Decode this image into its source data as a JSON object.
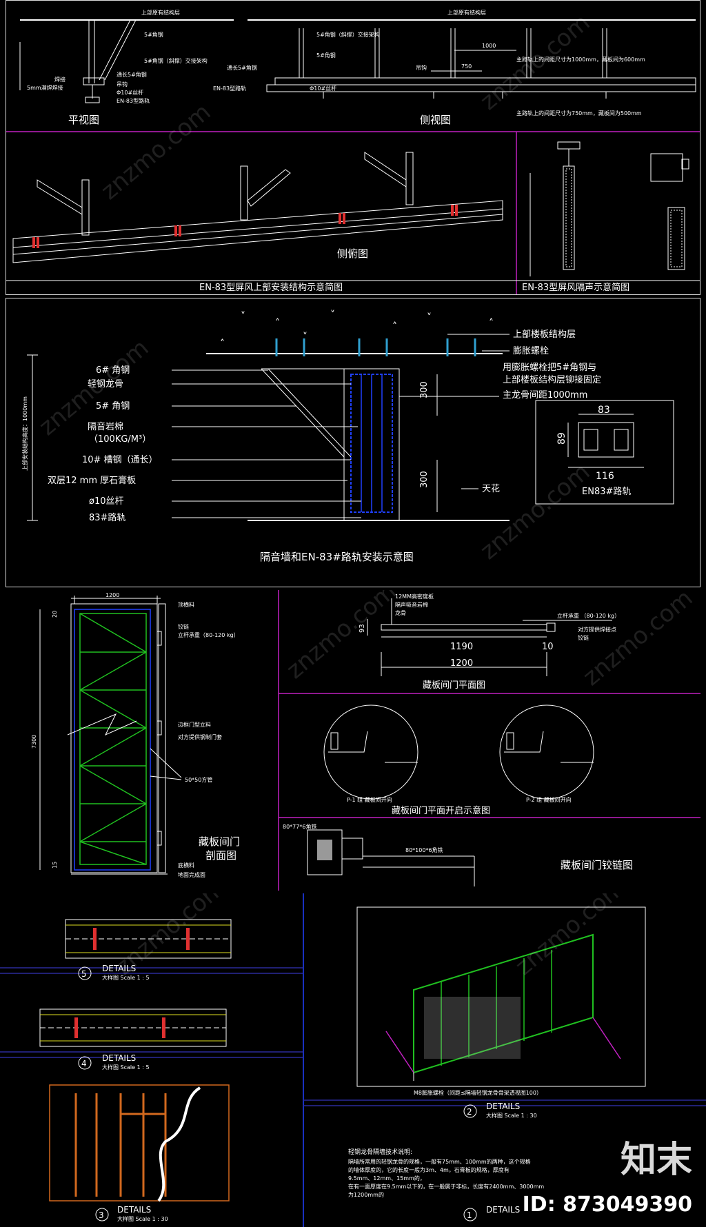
{
  "top": {
    "plan_title": "平视图",
    "side_title": "侧视图",
    "oblique_title": "侧俯图",
    "caption_left": "EN-83型屏风上部安装结构示意简图",
    "caption_right": "EN-83型屏风隔声示意简图",
    "plan_labels": [
      "上部原有结构层",
      "5#角钢",
      "5#角钢（斜撑）交接架构",
      "通长5#角钢",
      "焊接",
      "5mm满焊焊接",
      "吊钩",
      "Φ10#丝杆",
      "EN-83型路轨"
    ],
    "side_labels": [
      "上部原有结构层",
      "5#角钢（斜撑）交接架构",
      "5#角钢",
      "1000",
      "750",
      "主路轨上的间距尺寸为1000mm，藏板间为600mm",
      "主路轨上的间距尺寸为750mm，藏板间为500mm",
      "通长5#角钢",
      "EN-83型路轨",
      "Φ10#丝杆",
      "吊钩"
    ]
  },
  "section2": {
    "caption": "隔音墙和EN-83#路轨安装示意图",
    "vertical_label": "上部安装结构高度：1000mm",
    "left_labels": [
      "6# 角钢",
      "轻钢龙骨",
      "5#  角钢",
      "隔音岩棉",
      "（100KG/M³）",
      "10#  槽钢（通长）",
      "双层12 mm  厚石膏板",
      "ø10丝杆",
      "83#路轨"
    ],
    "right_labels": [
      "上部楼板结构层",
      "膨胀螺栓",
      "用膨胀螺栓把5#角钢与",
      "上部楼板结构层铆接固定",
      "主龙骨间距1000mm",
      "天花"
    ],
    "dims": [
      "300",
      "300"
    ],
    "rail_dims": {
      "top": "83",
      "left": "89",
      "bottom": "116",
      "label": "EN83#路轨"
    }
  },
  "section3": {
    "door_section_title": "藏板间门\n剖面图",
    "door_title_1": "藏板间门",
    "door_title_2": "剖面图",
    "door_width": "1200",
    "door_height": "7300",
    "door_labels": [
      "顶横料",
      "铰链",
      "立杆承重（80-120 kg）",
      "边框门型立料",
      "对方提供钢制门套",
      "50*50方管",
      "底横料",
      "地面完成面"
    ],
    "door_small_dims": [
      "20",
      "15"
    ],
    "plan_title": "藏板间门平面图",
    "plan_labels": [
      "12MM高密度板",
      "隔声吸音岩棉",
      "龙骨",
      "立杆承重  （80-120 kg）",
      "对方提供焊接点",
      "铰链"
    ],
    "plan_dims": [
      "93",
      "1190",
      "10",
      "1200"
    ],
    "opening_title": "藏板间门平面开启示意图",
    "p1": "P-1 组  藏板间开向",
    "p2": "P-2 组  藏板间开向",
    "hinge_title": "藏板间门铰链图",
    "hinge_labels": [
      "80*77*6角铁",
      "80*100*6角铁"
    ]
  },
  "section4": {
    "details": [
      {
        "num": "5",
        "title": "DETAILS",
        "scale": "大样图    Scale 1 : 5"
      },
      {
        "num": "4",
        "title": "DETAILS",
        "scale": "大样图    Scale 1 : 5"
      },
      {
        "num": "3",
        "title": "DETAILS",
        "scale": "大样图    Scale 1 : 30"
      },
      {
        "num": "2",
        "title": "DETAILS",
        "scale": "大样图    Scale 1 : 30"
      },
      {
        "num": "1",
        "title": "DETAILS",
        "scale": ""
      }
    ],
    "perspective_caption": "M8膨胀螺栓（间距≤隔墙轻钢龙骨骨架透视图100）",
    "notes_title": "轻钢龙骨隔墙技术说明:",
    "notes": [
      "隔墙所常用的轻钢龙骨的规格，一般有75mm、100mm的两种，这个规格",
      "的墙体厚度的，它的长度一般为3m、4m，石膏板的规格，厚度有",
      "9.5mm、12mm、15mm的，",
      "在有一面厚度在9.5mm以下的，在一般属于非标，长度有2400mm、3000mm",
      "为1200mm的"
    ]
  },
  "brand": {
    "logo": "知末",
    "id": "ID: 873049390"
  },
  "watermark": "znzmo.com",
  "colors": {
    "magenta": "#c020c0",
    "blue": "#2040ff",
    "green": "#20c020",
    "yellow": "#e0e020",
    "red": "#e03030",
    "cyan": "#30a0d0"
  }
}
